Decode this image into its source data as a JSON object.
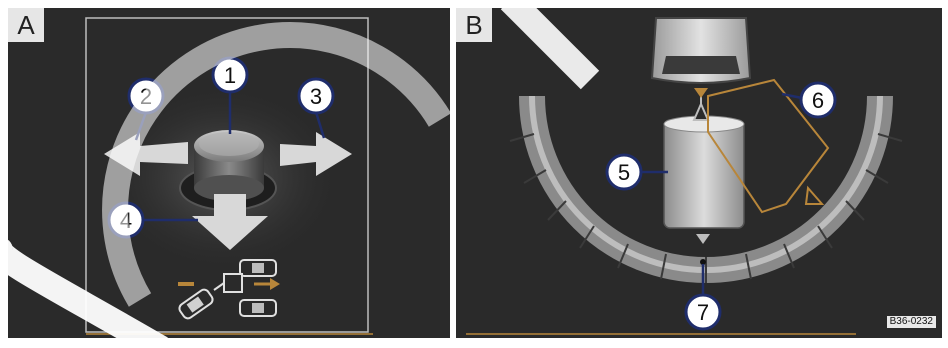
{
  "panels": [
    {
      "letter": "A",
      "callouts": [
        "1",
        "2",
        "3",
        "4"
      ]
    },
    {
      "letter": "B",
      "callouts": [
        "5",
        "6",
        "7"
      ]
    }
  ],
  "reference_code": "B36-0232",
  "colors": {
    "panel_bg": "#2a2a2a",
    "callout_fill": "#ffffff",
    "callout_stroke": "#1f2d6b",
    "orange_outline": "#b8863a",
    "gray_arrow": "#d8d8d8"
  }
}
